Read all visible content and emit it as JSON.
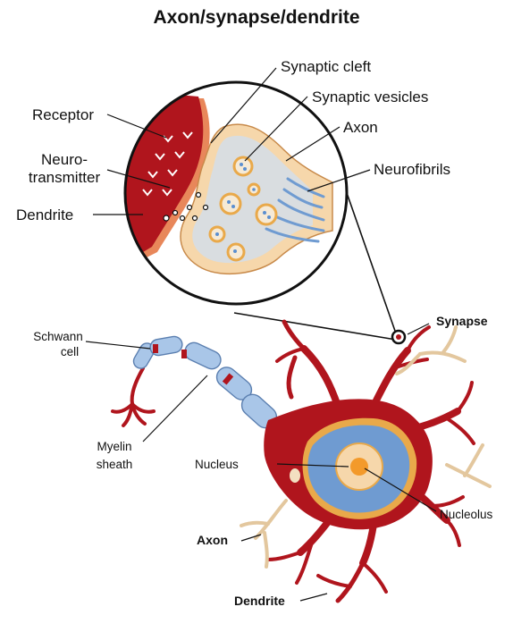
{
  "title": "Axon/synapse/dendrite",
  "labels": {
    "synaptic_cleft": "Synaptic cleft",
    "synaptic_vesicles": "Synaptic vesicles",
    "receptor": "Receptor",
    "axon_top": "Axon",
    "neuro_line1": "Neuro-",
    "neuro_line2": "transmitter",
    "neurofibrils": "Neurofibrils",
    "dendrite_top": "Dendrite",
    "schwann_line1": "Schwann",
    "schwann_line2": "cell",
    "synapse": "Synapse",
    "myelin_line1": "Myelin",
    "myelin_line2": "sheath",
    "nucleus": "Nucleus",
    "nucleolus": "Nucleolus",
    "axon_bottom": "Axon",
    "dendrite_bottom": "Dendrite"
  },
  "colors": {
    "dendrite_red": "#b0151d",
    "dendrite_edge": "#e8875a",
    "terminal_fill": "#f6d7ab",
    "terminal_inner": "#d9dde0",
    "vesicle_ring": "#e9a94a",
    "myelin_blue": "#a9c6e8",
    "nucleus_blue": "#5b8fd0",
    "nucleolus_orange": "#f39a2b",
    "nerve_tan": "#f3dfc1"
  }
}
